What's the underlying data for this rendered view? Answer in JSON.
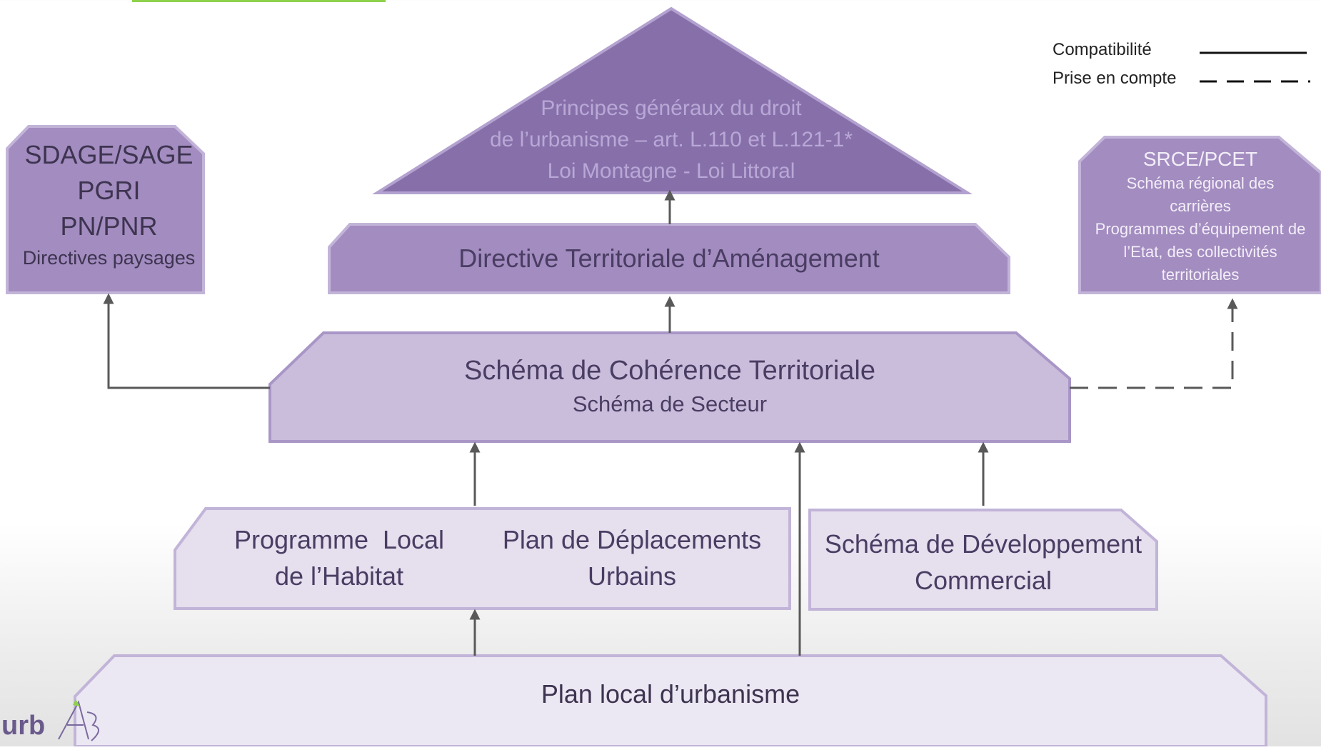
{
  "legend": {
    "compat": "Compatibilité",
    "prise": "Prise en compte"
  },
  "boxes": {
    "principes": {
      "line1": "Principes généraux du droit",
      "line2": "de l’urbanisme – art. L.110 et L.121-1*",
      "line3": "Loi Montagne - Loi Littoral"
    },
    "dta": {
      "label": "Directive Territoriale d’Aménagement"
    },
    "sdage": {
      "line1": "SDAGE/SAGE",
      "line2": "PGRI",
      "line3": "PN/PNR",
      "line4": "Directives paysages"
    },
    "srce": {
      "line1": "SRCE/PCET",
      "line2": "Schéma régional des",
      "line3": "carrières",
      "line4": "Programmes d’équipement de",
      "line5": "l’Etat, des collectivités",
      "line6": "territoriales"
    },
    "scot": {
      "line1": "Schéma de Cohérence Territoriale",
      "line2": "Schéma de Secteur"
    },
    "plh": {
      "line1": "Programme  Local",
      "line2": "de l’Habitat"
    },
    "pdu": {
      "line1": "Plan de Déplacements",
      "line2": "Urbains"
    },
    "sdc": {
      "line1": "Schéma de Développement",
      "line2": "Commercial"
    },
    "plu": {
      "label": "Plan local d’urbanisme"
    }
  },
  "logo": {
    "text": "urb"
  },
  "colors": {
    "dark_purple": "#8770aa",
    "mid_purple": "#a38cc0",
    "light_purple": "#c9bddb",
    "pale_purple": "#e5dfee",
    "paler_purple": "#ece8f3",
    "border": "#b3a2cf",
    "arrow": "#595959",
    "accent_green": "#8ed14a"
  }
}
